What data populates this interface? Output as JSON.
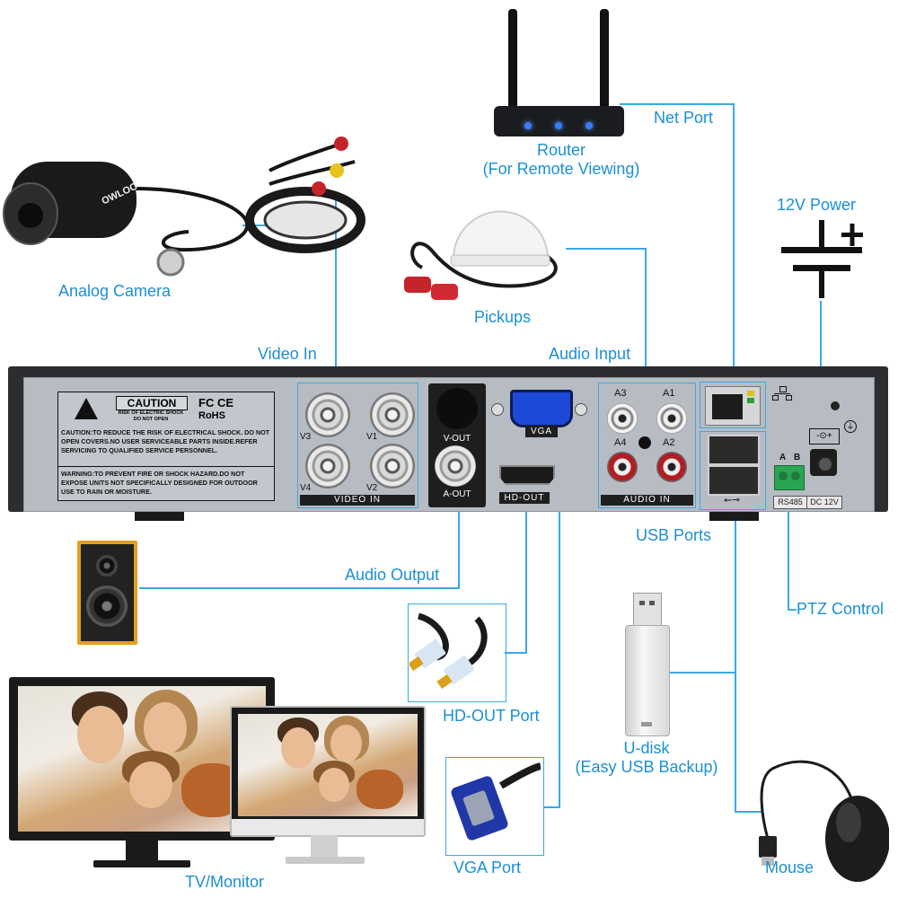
{
  "labels": {
    "analog_camera": "Analog Camera",
    "video_in": "Video In",
    "router_line1": "Router",
    "router_line2": "(For Remote Viewing)",
    "net_port": "Net Port",
    "power": "12V Power",
    "pickups": "Pickups",
    "audio_input": "Audio Input",
    "audio_output": "Audio Output",
    "usb_ports": "USB Ports",
    "ptz_control": "PTZ Control",
    "hd_out_port": "HD-OUT Port",
    "udisk_line1": "U-disk",
    "udisk_line2": "(Easy USB Backup)",
    "vga_port": "VGA Port",
    "tv_monitor": "TV/Monitor",
    "mouse": "Mouse"
  },
  "panel": {
    "caution_title": "CAUTION",
    "caution_sub1": "RISK OF ELECTRIC SHOCK",
    "caution_sub2": "DO NOT OPEN",
    "marks": "FC CE",
    "rohs": "RoHS",
    "caution_text": "CAUTION:TO REDUCE THE RISK OF ELECTRICAL SHOCK. DO NOT OPEN COVERS.NO USER SERVICEABLE PARTS INSIDE.REFER SERVICING TO QUALIFIED SERVICE PERSONNEL.",
    "warning_text": "WARNING:TO PREVENT FIRE OR SHOCK HAZARD.DO NOT EXPOSE UNITS NOT SPECIFICALLY DESIGNED FOR OUTDOOR USE TO RAIN OR MOISTURE.",
    "v1": "V1",
    "v2": "V2",
    "v3": "V3",
    "v4": "V4",
    "video_in_tag": "VIDEO IN",
    "v_out": "V-OUT",
    "a_out": "A-OUT",
    "vga_tag": "VGA",
    "hd_out_tag": "HD-OUT",
    "a1": "A1",
    "a2": "A2",
    "a3": "A3",
    "a4": "A4",
    "audio_in_tag": "AUDIO IN",
    "rs485_a": "A",
    "rs485_b": "B",
    "rs485_tag": "RS485",
    "dc_tag": "DC 12V"
  },
  "camera_brand": "OWLOO"
}
